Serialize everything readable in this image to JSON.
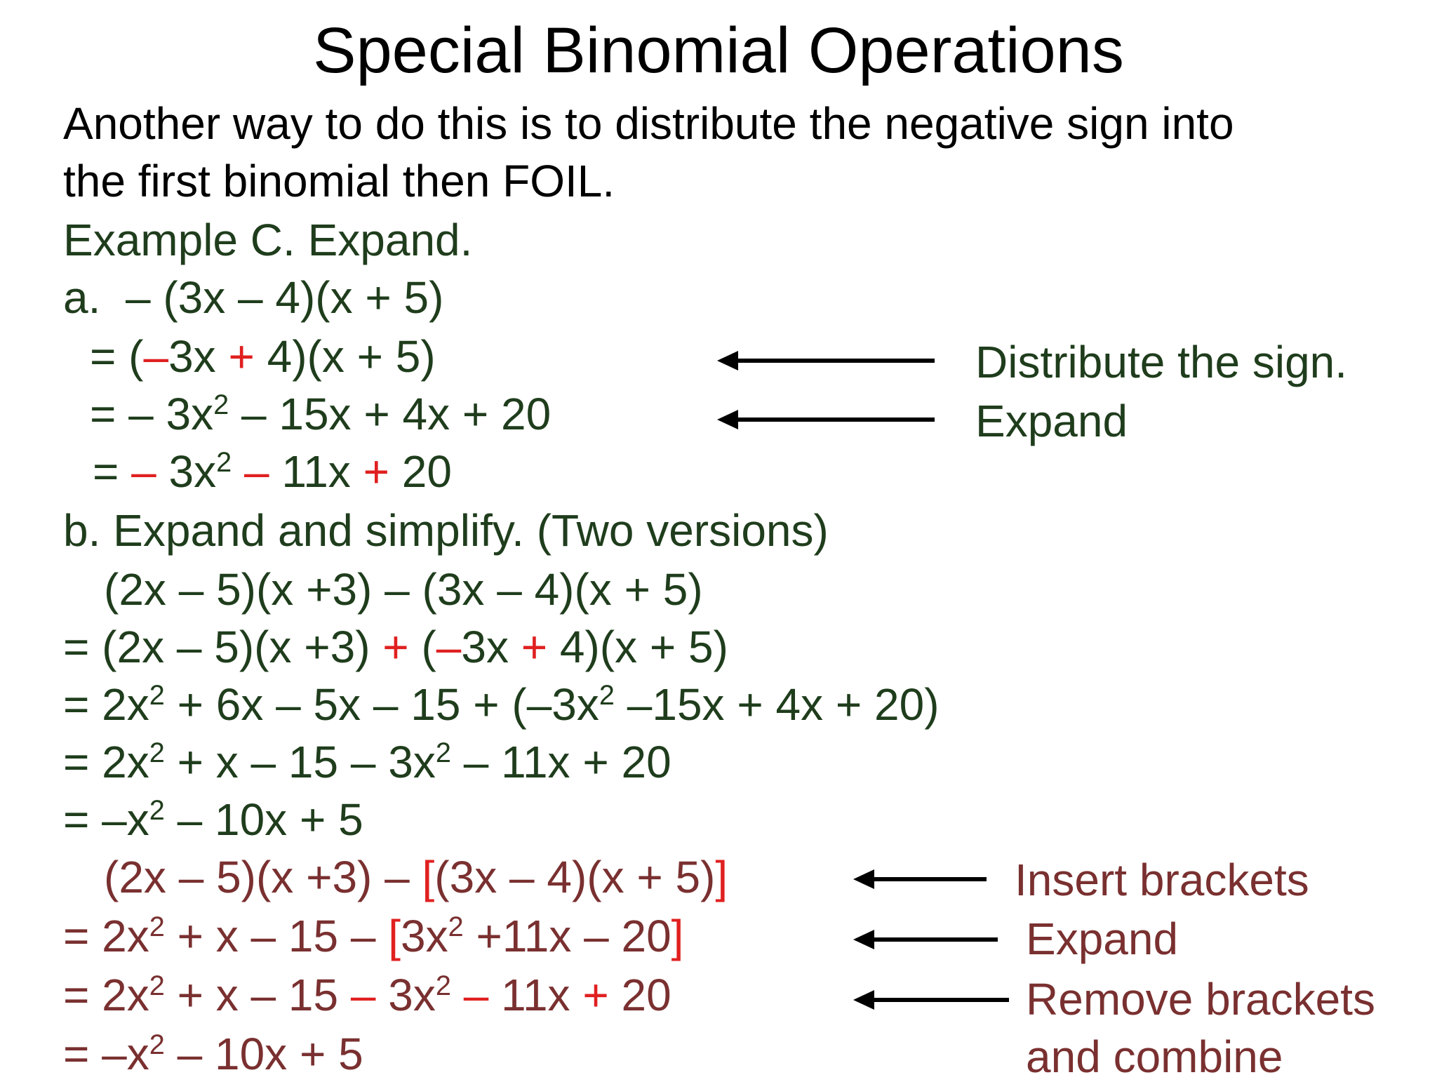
{
  "title": "Special Binomial Operations",
  "intro": {
    "line1": "Another way to do this is to distribute the negative sign into",
    "line2": "the first binomial then FOIL."
  },
  "example": {
    "heading": "Example C. Expand.",
    "part_a": {
      "prefix": "a.",
      "problem": "– (3x – 4)(x + 5)",
      "step1": {
        "p1": "= (",
        "r1": "–",
        "p2": "3x ",
        "r2": "+",
        "p3": " 4)(x + 5)"
      },
      "step2": {
        "p1": "= – 3x",
        "sup1": "2",
        "p2": " – 15x + 4x + 20"
      },
      "step3": {
        "p1": "= ",
        "r1": "–",
        "p2": " 3x",
        "sup1": "2",
        "p3": " ",
        "r2": "–",
        "p4": " 11x ",
        "r3": "+",
        "p5": " 20"
      },
      "notes": [
        "Distribute the sign.",
        "Expand"
      ]
    },
    "part_b": {
      "heading": "b. Expand and simplify. (Two versions)",
      "v1": {
        "l0": "(2x – 5)(x +3) – (3x – 4)(x + 5)",
        "l1": {
          "p1": "= (2x – 5)(x +3) ",
          "r1": "+",
          "p2": " (",
          "r2": "–",
          "p3": "3x ",
          "r3": "+",
          "p4": " 4)(x + 5)"
        },
        "l2": {
          "p1": "= 2x",
          "sup1": "2",
          "p2": " + 6x – 5x – 15 + (–3x",
          "sup2": "2",
          "p3": " –15x + 4x + 20)"
        },
        "l3": {
          "p1": "= 2x",
          "sup1": "2",
          "p2": " + x – 15 – 3x",
          "sup2": "2",
          "p3": " – 11x + 20"
        },
        "l4": {
          "p1": "= –x",
          "sup1": "2",
          "p2": " – 10x + 5"
        }
      },
      "v2": {
        "l0": {
          "p1": "(2x – 5)(x +3) – ",
          "r1": "[",
          "p2": "(3x – 4)(x + 5)",
          "r2": "]"
        },
        "l1": {
          "p1": "= 2x",
          "sup1": "2",
          "p2": " + x – 15 – ",
          "r1": "[",
          "p3": "3x",
          "sup2": "2",
          "p4": " +11x – 20",
          "r2": "]"
        },
        "l2": {
          "p1": "= 2x",
          "sup1": "2",
          "p2": " + x – 15 ",
          "r1": "–",
          "p3": " 3x",
          "sup2": "2",
          "p4": " ",
          "r2": "–",
          "p5": " 11x ",
          "r3": "+",
          "p6": " 20"
        },
        "l3": {
          "p1": "= –x",
          "sup1": "2",
          "p2": " – 10x + 5"
        },
        "notes": [
          "Insert brackets",
          "Expand",
          "Remove brackets",
          "and combine"
        ]
      }
    }
  },
  "colors": {
    "title": "#000000",
    "body_text": "#000000",
    "example_green": "#1f3d1c",
    "version2_maroon": "#7a3030",
    "highlight_red": "#e02020",
    "arrow": "#000000"
  }
}
